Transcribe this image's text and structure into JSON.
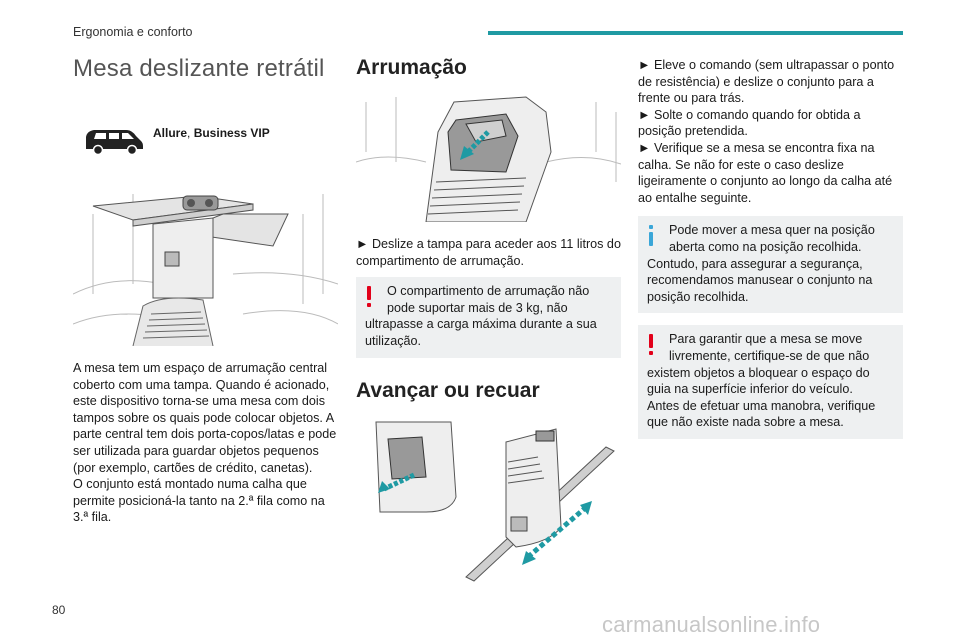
{
  "header": {
    "section": "Ergonomia e conforto",
    "accent_color": "#1f9aa3"
  },
  "page_number": "80",
  "watermark": "carmanualsonline.info",
  "col1": {
    "title": "Mesa deslizante retrátil",
    "trim_strong": "Allure",
    "trim_sep": ", ",
    "trim_strong2": "Business VIP",
    "illustration": "retractable-table-illustration",
    "body": [
      "A mesa tem um espaço de arrumação central coberto com uma tampa. Quando é acionado, este dispositivo torna-se uma mesa com dois tampos sobre os quais pode colocar objetos. A parte central tem dois porta-copos/latas e pode ser utilizada para guardar objetos pequenos (por exemplo, cartões de crédito, canetas).",
      "O conjunto está montado numa calha que permite posicioná-la tanto na 2.ª fila como na 3.ª fila."
    ]
  },
  "col2": {
    "title1": "Arrumação",
    "bullet1": "► Deslize a tampa para aceder aos 11 litros do compartimento de arrumação.",
    "warning1_first": "O compartimento de arrumação não pode suportar mais de 3 kg, não",
    "warning1_rest": "ultrapasse a carga máxima durante a sua utilização.",
    "title2": "Avançar ou recuar"
  },
  "col3": {
    "bullets": [
      "► Eleve o comando (sem ultrapassar o ponto de resistência) e deslize o conjunto para a frente ou para trás.",
      "► Solte o comando quando for obtida a posição pretendida.",
      "► Verifique se a mesa se encontra fixa na calha. Se não for este o caso deslize ligeiramente o conjunto ao longo da calha até ao entalhe seguinte."
    ],
    "info_first": "Pode mover a mesa quer na posição aberta como na posição recolhida.",
    "info_rest": "Contudo, para assegurar a segurança, recomendamos manusear o conjunto na posição recolhida.",
    "warning2_first": "Para garantir que a mesa se move livremente, certifique-se de que não",
    "warning2_rest": "existem objetos a bloquear o espaço do guia na superfície inferior do veículo.",
    "warning2_extra": "Antes de efetuar uma manobra, verifique que não existe nada sobre a mesa."
  },
  "colors": {
    "warning": "#e2001a",
    "info": "#3aa6d8",
    "box_bg": "#eef0f1"
  }
}
